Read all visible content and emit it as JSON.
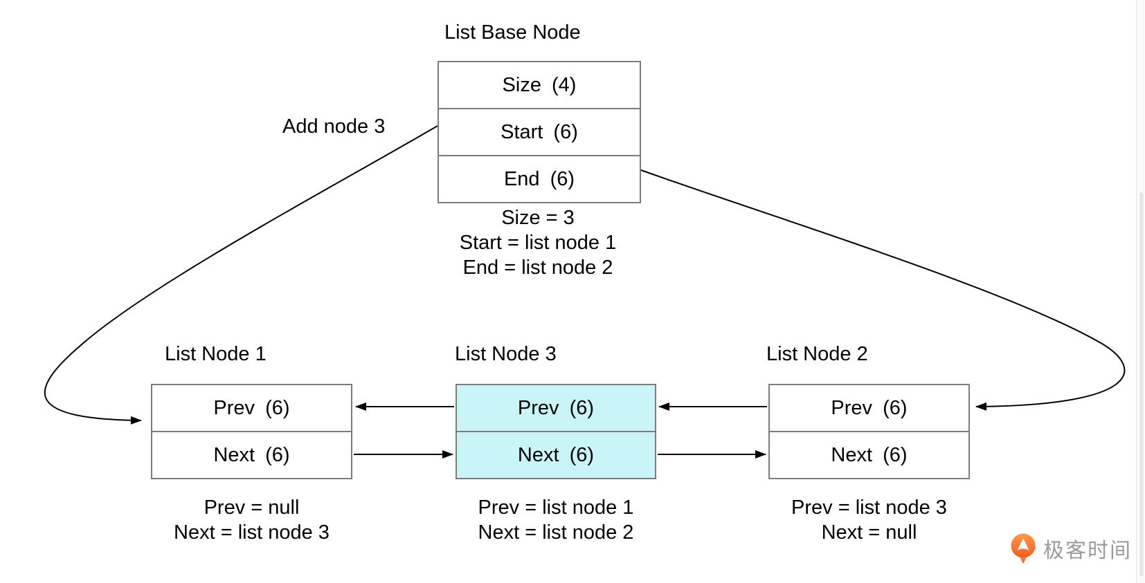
{
  "diagram": {
    "edge_label": "Add node 3",
    "base_node": {
      "title": "List Base Node",
      "rows": [
        "Size (4)",
        "Start (6)",
        "End (6)"
      ],
      "notes": [
        "Size = 3",
        "Start = list node 1",
        "End = list node 2"
      ]
    },
    "nodes": [
      {
        "title": "List Node 1",
        "rows": [
          "Prev (6)",
          "Next (6)"
        ],
        "notes": [
          "Prev = null",
          "Next = list node 3"
        ],
        "highlighted": false
      },
      {
        "title": "List Node 3",
        "rows": [
          "Prev (6)",
          "Next (6)"
        ],
        "notes": [
          "Prev = list node 1",
          "Next = list node 2"
        ],
        "highlighted": true
      },
      {
        "title": "List Node 2",
        "rows": [
          "Prev (6)",
          "Next (6)"
        ],
        "notes": [
          "Prev = list node 3",
          "Next = null"
        ],
        "highlighted": false
      }
    ],
    "colors": {
      "highlight": "#c9f5f8",
      "box_border": "#7b7b7b",
      "arrow": "#000000"
    }
  },
  "watermark": {
    "brand_text": "极客时间",
    "icon": "geektime-logo-icon",
    "colors": {
      "logo_orange": "#f25b21",
      "logo_orange_light": "#ff9a4d",
      "logo_text": "#9b9b9b"
    }
  }
}
